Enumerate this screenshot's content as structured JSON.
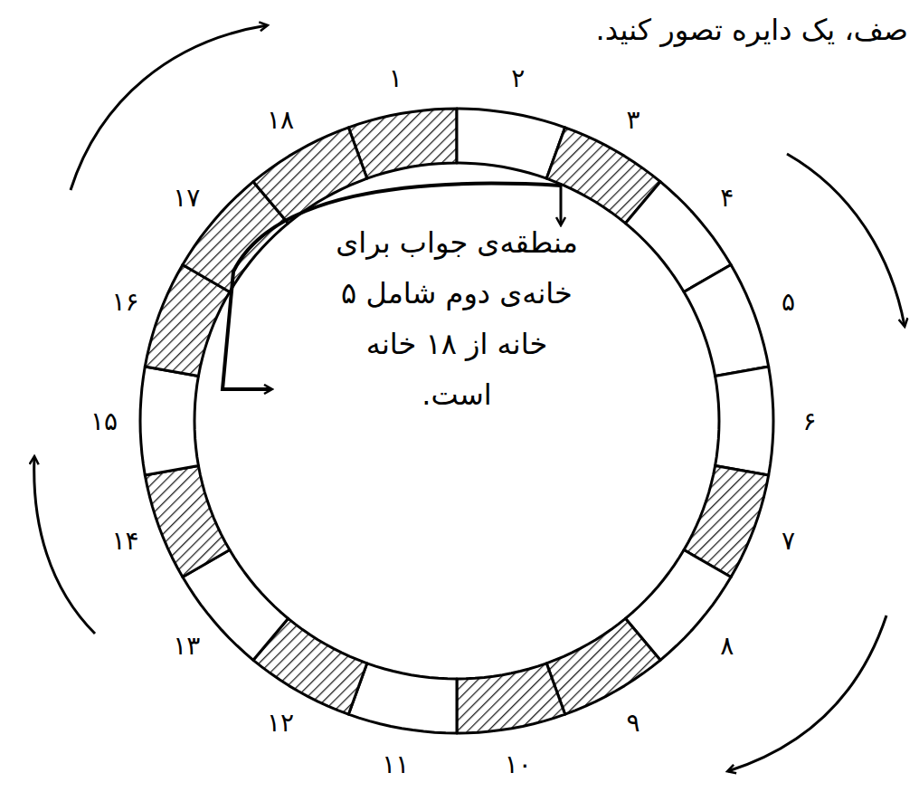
{
  "diagram": {
    "title": "صف، یک دایره تصور کنید.",
    "labels": [
      "۱",
      "۲",
      "۳",
      "۴",
      "۵",
      "۶",
      "۷",
      "۸",
      "۹",
      "۱۰",
      "۱۱",
      "۱۲",
      "۱۳",
      "۱۴",
      "۱۵",
      "۱۶",
      "۱۷",
      "۱۸",
      "منطقه‌ی جواب برای خانه‌ی دوم شامل ۵ خانه از ۱۸ خانه است."
    ]
  }
}
